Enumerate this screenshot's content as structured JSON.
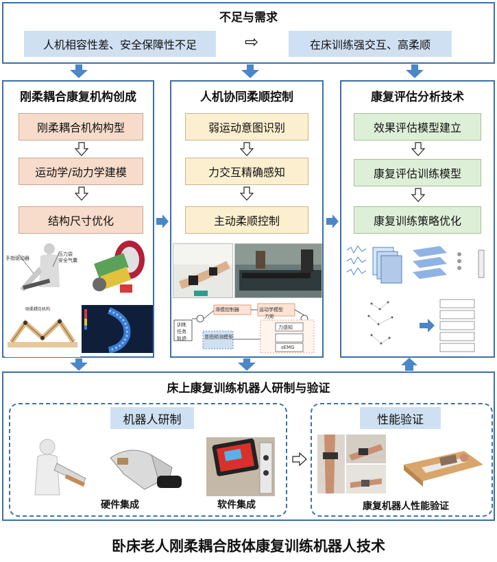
{
  "top": {
    "heading": "不足与需求",
    "left": "人机相容性差、安全保障性不足",
    "arrow": "⇨",
    "right": "在床训练强交互、高柔顺"
  },
  "col1": {
    "title": "刚柔耦合康复机构创成",
    "steps": [
      "刚柔耦合机构构型",
      "运动学/动力学建模",
      "结构尺寸优化"
    ],
    "labels": [
      "手指驱动器",
      "压力袋",
      "安全气囊"
    ]
  },
  "col2": {
    "title": "人机协同柔顺控制",
    "steps": [
      "弱运动意图识别",
      "力交互精确感知",
      "主动柔顺控制"
    ],
    "diagram_labels": [
      "训练",
      "任务",
      "轨迹",
      "滑模控制器",
      "运动学模型",
      "力矩",
      "力感知",
      "意图预测模型",
      "sEMG"
    ]
  },
  "col3": {
    "title": "康复评估分析技术",
    "steps": [
      "效果评估模型建立",
      "康复评估训练模型",
      "康复训练策略优化"
    ]
  },
  "bottom": {
    "title": "床上康复训练机器人研制与验证",
    "left_group": "机器人研制",
    "right_group": "性能验证",
    "cap_hw": "硬件集成",
    "cap_sw": "软件集成",
    "cap_perf": "康复机器人性能验证"
  },
  "footer": "卧床老人刚柔耦合肢体康复训练机器人技术",
  "colors": {
    "frame": "#3a6fa6",
    "arrow": "#4a86c8",
    "blue": "#cfe0f2",
    "orange": "#f7dccb",
    "yellow": "#fbefcf",
    "green": "#deefd7"
  }
}
